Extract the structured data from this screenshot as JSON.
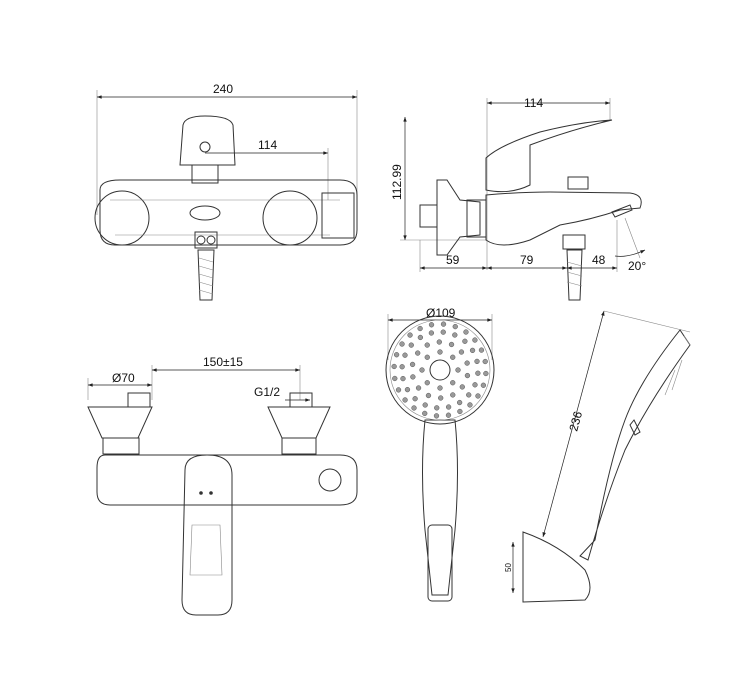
{
  "front_view": {
    "width_label": "240",
    "lever_offset_label": "114"
  },
  "side_view": {
    "reach_label": "114",
    "height_label": "112.99",
    "wall_to_axis_label": "59",
    "axis_to_outlet_label": "79",
    "outlet_label": "48",
    "angle_label": "20°"
  },
  "bottom_view": {
    "flange_diameter_label": "Ø70",
    "centers_label": "150±15",
    "thread_label": "G1/2"
  },
  "shower_head_front": {
    "diameter_label": "Ø109"
  },
  "shower_head_side": {
    "length_label": "236",
    "holder_label": "50"
  }
}
